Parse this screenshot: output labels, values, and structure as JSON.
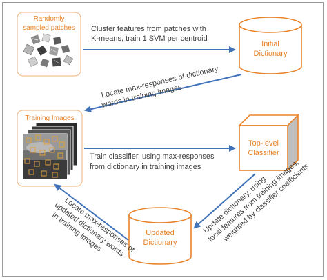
{
  "nodes": {
    "patches": {
      "label_line1": "Randomly",
      "label_line2": "sampled patches"
    },
    "initial_dictionary": {
      "label_line1": "Initial",
      "label_line2": "Dictionary"
    },
    "training_images": {
      "label": "Training Images"
    },
    "top_level_classifier": {
      "label_line1": "Top-level",
      "label_line2": "Classifier"
    },
    "updated_dictionary": {
      "label_line1": "Updated",
      "label_line2": "Dictionary"
    }
  },
  "edges": {
    "cluster": {
      "line1": "Cluster features from patches with",
      "line2": "K-means, train 1 SVM per centroid"
    },
    "locate": {
      "line1": "Locate max-responses of dictionary",
      "line2": "words in training images"
    },
    "train": {
      "line1": "Train classifier, using max-responses",
      "line2": "from dictionary in training images"
    },
    "update": {
      "line1": "Update dictionary, using",
      "line2": "local features from training images,",
      "line3": "weighted by classifier coefficients"
    },
    "locate_updated": {
      "line1": "Locate max-responses of",
      "line2": "updated dictionary words",
      "line3": "in training images"
    }
  },
  "colors": {
    "accent": "#e8832a",
    "arrow": "#3f72b8",
    "text": "#404040",
    "frame": "#9a9a9a"
  }
}
